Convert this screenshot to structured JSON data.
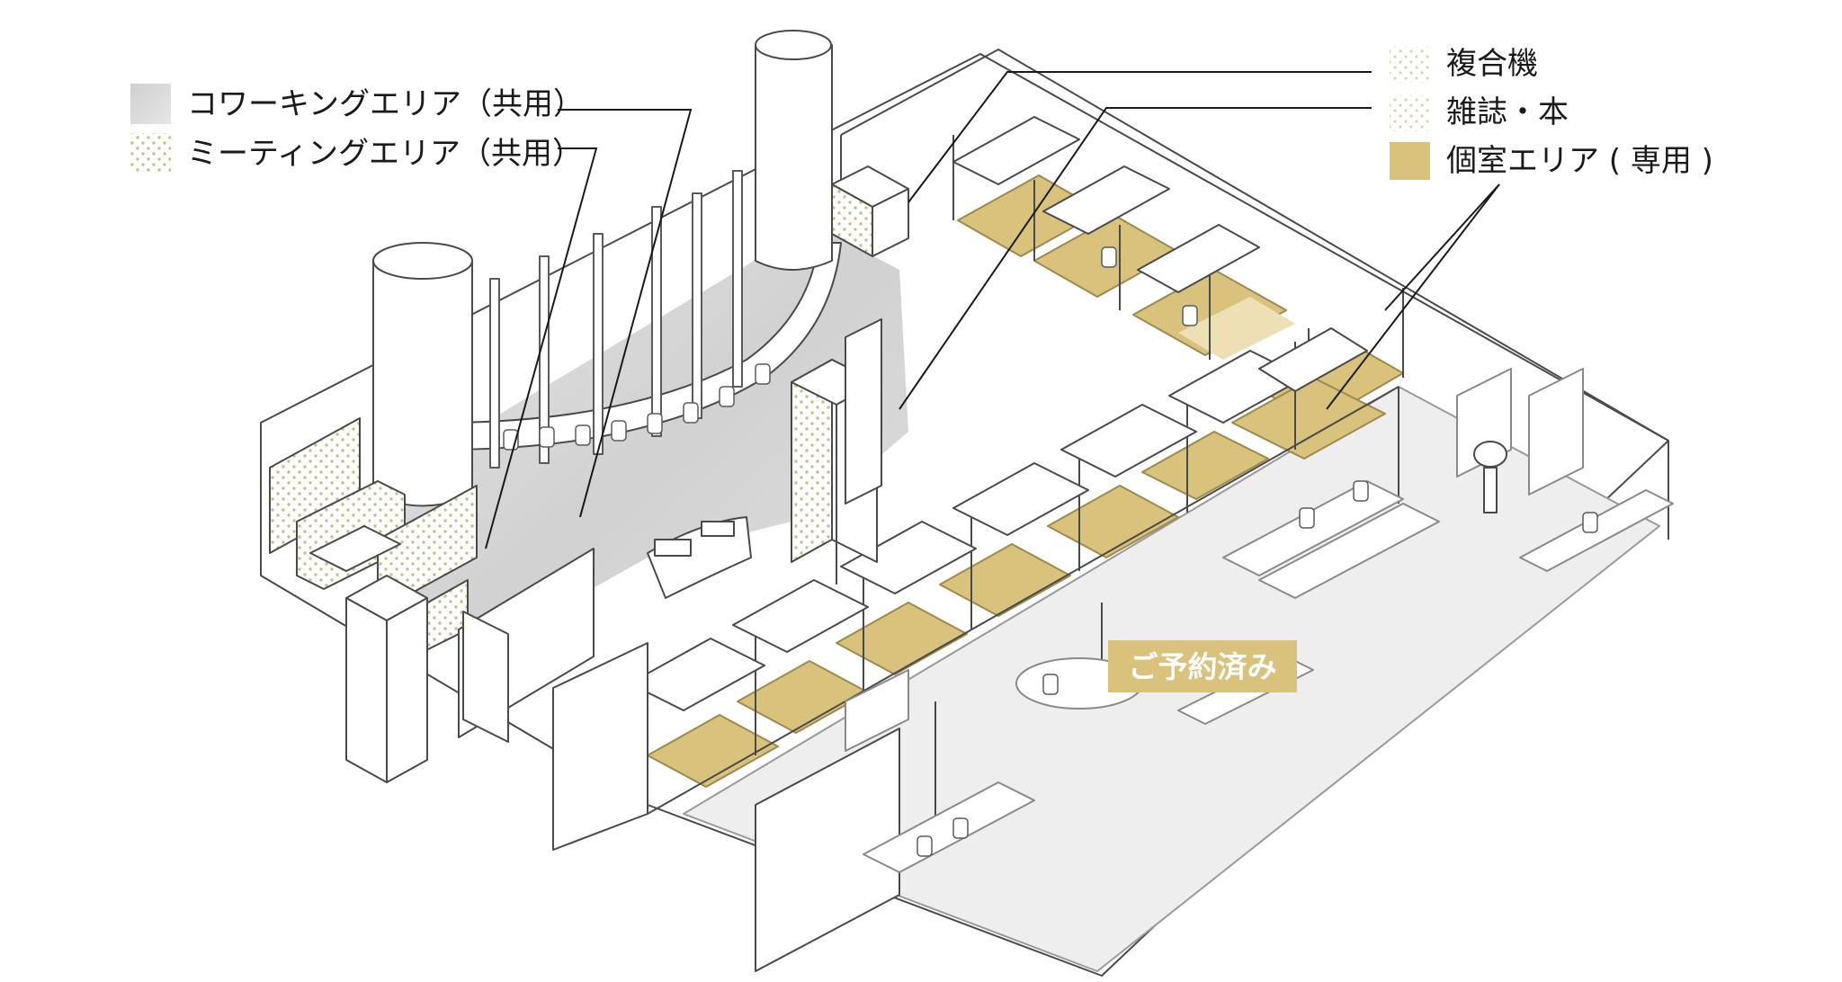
{
  "legend_left": [
    {
      "label": "コワーキングエリア（共用）",
      "swatch": "gray"
    },
    {
      "label": "ミーティングエリア（共用）",
      "swatch": "dots"
    }
  ],
  "legend_right": [
    {
      "label": "複合機",
      "swatch": "dots-light"
    },
    {
      "label": "雑誌・本",
      "swatch": "dots-light"
    },
    {
      "label": "個室エリア ( 専用 )",
      "swatch": "gold"
    }
  ],
  "reserved_label": "ご予約済み",
  "colors": {
    "gold": "#d9c27c",
    "gold_light": "#ece0b4",
    "coworking_gray": "#d6d6d6",
    "rented_floor": "#eeeeee",
    "line": "#4a4a4a",
    "dot": "#c9bd8a"
  }
}
